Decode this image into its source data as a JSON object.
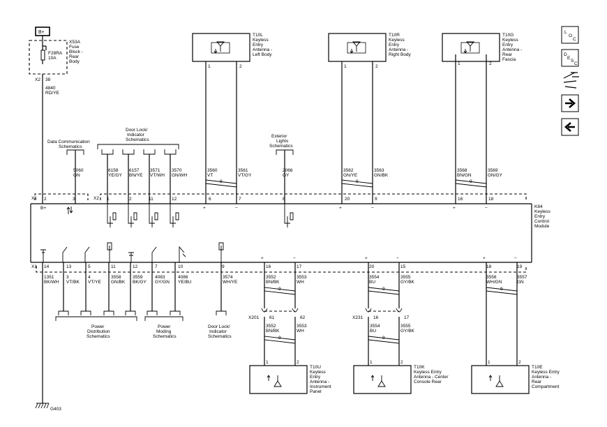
{
  "nav": {
    "loc_label": "LOC",
    "desc_label": "DESC"
  },
  "power": {
    "bplus": "B+",
    "fuse_block": [
      "X53A",
      "Fuse",
      "Block -",
      "Rear",
      "Body"
    ],
    "fuse": [
      "F28RA",
      "10A"
    ],
    "connector": "X2",
    "pin": "38",
    "circuit": "4840",
    "color": "RD/YE",
    "ground": "G403"
  },
  "antennas_top": [
    {
      "id": "T10L",
      "lines": [
        "T10L",
        "Keyless",
        "Entry",
        "Antenna -",
        "Left Body"
      ],
      "pin_a": "1",
      "pin_b": "2"
    },
    {
      "id": "T10R",
      "lines": [
        "T10R",
        "Keyless",
        "Entry",
        "Antenna -",
        "Right Body"
      ],
      "pin_a": "1",
      "pin_b": "2"
    },
    {
      "id": "T10G",
      "lines": [
        "T10G",
        "Keyless",
        "Entry",
        "Antenna -",
        "Rear",
        "Fascia"
      ],
      "pin_a": "1",
      "pin_b": "2"
    }
  ],
  "antennas_bottom": [
    {
      "id": "T10U",
      "lines": [
        "T10U",
        "Keyless",
        "Entry",
        "Antenna -",
        "Instrument",
        "Panel"
      ],
      "pin_a": "1",
      "pin_b": "2"
    },
    {
      "id": "T10K",
      "lines": [
        "T10K",
        "Keyless Entry",
        "Antenna - Center",
        "Console Rear"
      ],
      "pin_a": "1",
      "pin_b": "2"
    },
    {
      "id": "T10E",
      "lines": [
        "T10E",
        "Keyless Entry",
        "Antenna -",
        "Rear",
        "Compartment"
      ],
      "pin_a": "1",
      "pin_b": "2"
    }
  ],
  "references": {
    "data_comm": [
      "Data Communication",
      "Schematics"
    ],
    "door_lock_top": [
      "Door Lock/",
      "Indicator",
      "Schematics"
    ],
    "exterior_lights": [
      "Exterior",
      "Lights",
      "Schematics"
    ],
    "power_dist": [
      "Power",
      "Distribution",
      "Schematics"
    ],
    "power_moding": [
      "Power",
      "Moding",
      "Schematics"
    ],
    "door_lock_bottom": [
      "Door Lock/",
      "Indicator",
      "Schematics"
    ]
  },
  "module": {
    "lines": [
      "K84",
      "Keyless",
      "Entry",
      "Control",
      "Module"
    ],
    "bplus": "B+",
    "x1_top": "X1",
    "x2_top": "X2",
    "x1_bottom": "X1"
  },
  "top_circuits": [
    {
      "circuit": "5060",
      "color": "GN"
    },
    {
      "circuit": "6158",
      "color": "YE/GY"
    },
    {
      "circuit": "6157",
      "color": "BN/YE"
    },
    {
      "circuit": "3571",
      "color": "VT/WH"
    },
    {
      "circuit": "3570",
      "color": "GN/WH"
    },
    {
      "circuit": "3560",
      "color": "VT"
    },
    {
      "circuit": "3561",
      "color": "VT/GY"
    },
    {
      "circuit": "2066",
      "color": "GY"
    },
    {
      "circuit": "3562",
      "color": "GN/YE"
    },
    {
      "circuit": "3563",
      "color": "GN/BK"
    },
    {
      "circuit": "3568",
      "color": "BN/GN"
    },
    {
      "circuit": "3569",
      "color": "GN/GY"
    }
  ],
  "top_pins": [
    "2",
    "3",
    "1",
    "2",
    "11",
    "12",
    "6",
    "7",
    "8",
    "20",
    "9",
    "16",
    "18"
  ],
  "bottom_pins": [
    "14",
    "13",
    "5",
    "11",
    "12",
    "7",
    "10",
    "9",
    "16",
    "17",
    "20",
    "15",
    "18",
    "19"
  ],
  "bottom_circuits": [
    {
      "circuit": "1351",
      "color": "BK/WH"
    },
    {
      "circuit": "3",
      "color": "VT/BK"
    },
    {
      "circuit": "4",
      "color": "VT/YE"
    },
    {
      "circuit": "3558",
      "color": "GN/BK"
    },
    {
      "circuit": "3559",
      "color": "BK/GY"
    },
    {
      "circuit": "4083",
      "color": "GY/GN"
    },
    {
      "circuit": "4086",
      "color": "YE/BU"
    },
    {
      "circuit": "3574",
      "color": "WH/YE"
    },
    {
      "circuit": "3552",
      "color": "BN/BK"
    },
    {
      "circuit": "3553",
      "color": "WH"
    },
    {
      "circuit": "3554",
      "color": "BU"
    },
    {
      "circuit": "3555",
      "color": "GY/BK"
    },
    {
      "circuit": "3556",
      "color": "WH/GN"
    },
    {
      "circuit": "3557",
      "color": "GN"
    }
  ],
  "inline_connectors": [
    {
      "name": "X201",
      "pin_a": "61",
      "pin_b": "62"
    },
    {
      "name": "X231",
      "pin_a": "16",
      "pin_b": "17"
    }
  ],
  "twist": "9",
  "plus": "+",
  "minus": "−"
}
